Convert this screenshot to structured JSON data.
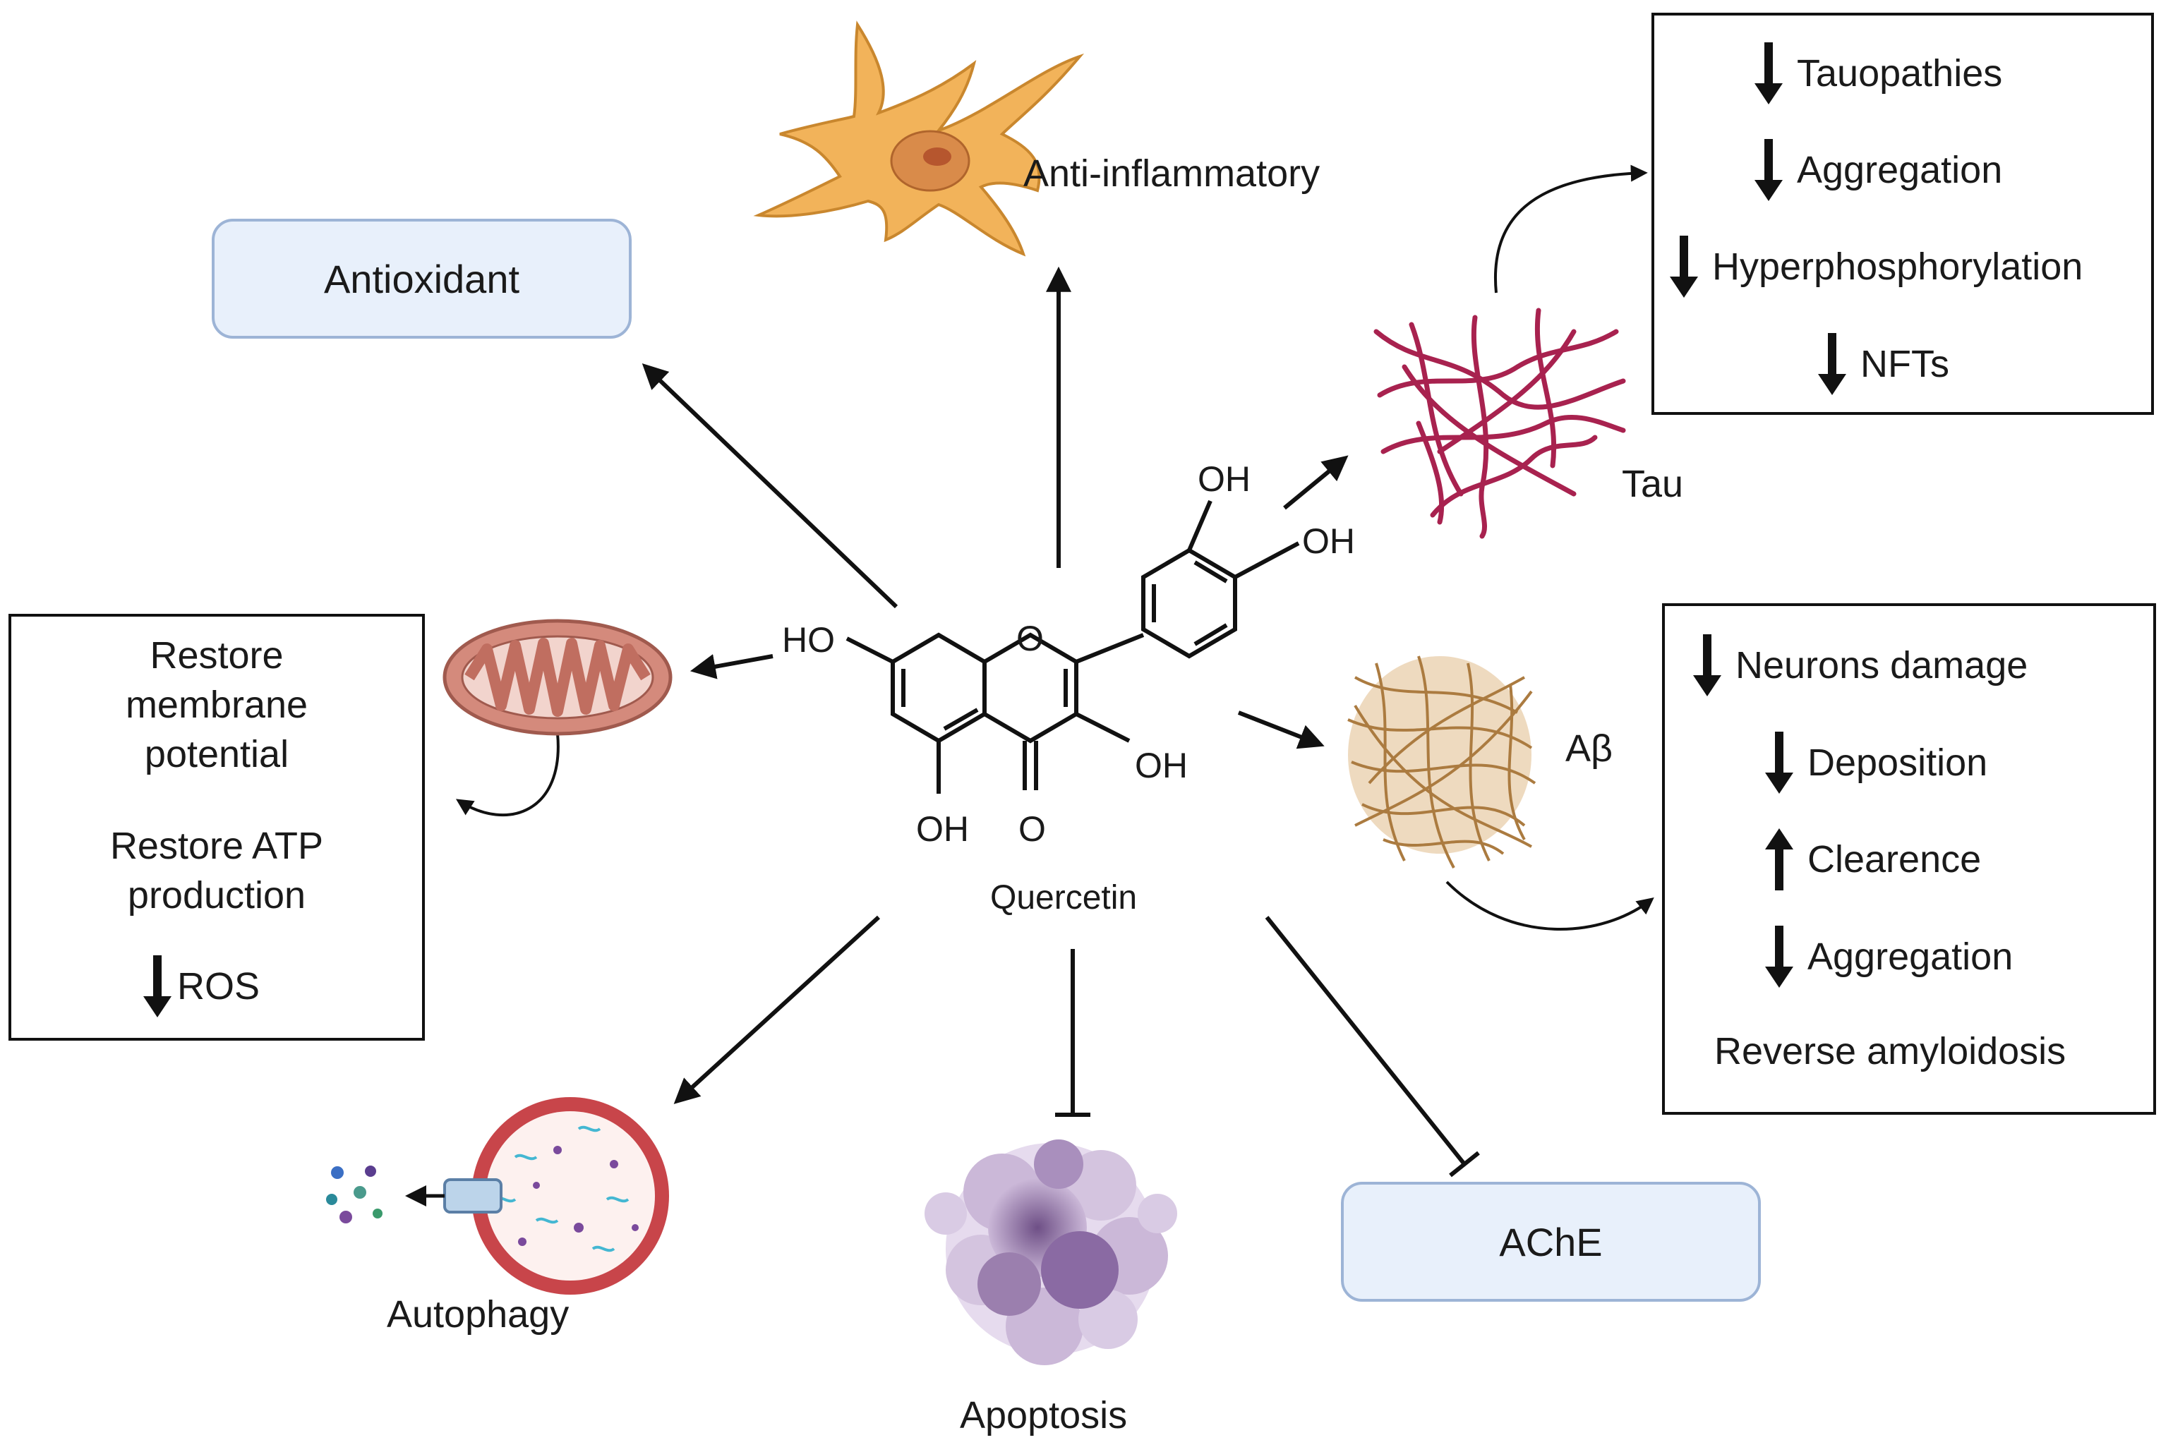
{
  "center": {
    "compound": "Quercetin",
    "groups": [
      "HO",
      "O",
      "OH",
      "OH",
      "OH",
      "OH",
      "O"
    ]
  },
  "antioxidant": {
    "label": "Antioxidant"
  },
  "anti_inflammatory": {
    "label": "Anti-inflammatory"
  },
  "tau": {
    "label": "Tau",
    "effects": [
      {
        "dir": "down",
        "text": "Tauopathies"
      },
      {
        "dir": "down",
        "text": "Aggregation"
      },
      {
        "dir": "down",
        "text": "Hyperphosphorylation"
      },
      {
        "dir": "down",
        "text": "NFTs"
      }
    ]
  },
  "amyloid": {
    "label": "Aβ",
    "effects": [
      {
        "dir": "down",
        "text": "Neurons damage"
      },
      {
        "dir": "down",
        "text": "Deposition"
      },
      {
        "dir": "up",
        "text": "Clearence"
      },
      {
        "dir": "down",
        "text": "Aggregation"
      },
      {
        "dir": "none",
        "text": "Reverse amyloidosis"
      }
    ]
  },
  "mitochondria": {
    "lines": [
      "Restore",
      "membrane",
      "potential",
      "Restore ATP",
      "production"
    ],
    "ros": {
      "dir": "down",
      "text": "ROS"
    }
  },
  "autophagy": {
    "label": "Autophagy"
  },
  "apoptosis": {
    "label": "Apoptosis"
  },
  "ache": {
    "label": "AChE"
  },
  "colors": {
    "ink": "#111111",
    "pill_fill": "#e8f0fb",
    "pill_border": "#9db4d6",
    "astrocyte": "#f2b35a",
    "tau": "#a8224f",
    "amyloid": "#a36d2c",
    "mito": "#d48a7c",
    "apoptosis": "#9b7fae",
    "lysosome": "#c8454a"
  }
}
